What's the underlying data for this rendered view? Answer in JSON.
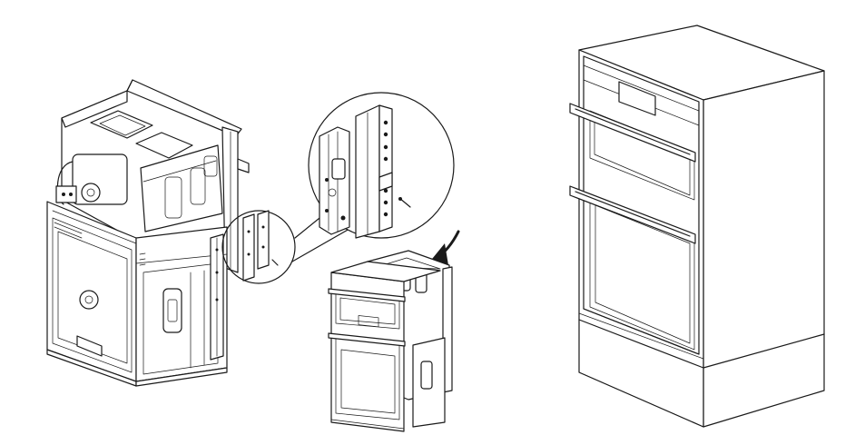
{
  "figure": {
    "panels": [
      {
        "id": "oven-rear-view"
      },
      {
        "id": "bracket-detail-callout"
      },
      {
        "id": "oven-installation-view"
      },
      {
        "id": "installed-oven-cabinet"
      }
    ],
    "colors": {
      "line": "#1a1a1a",
      "background": "#ffffff"
    }
  }
}
